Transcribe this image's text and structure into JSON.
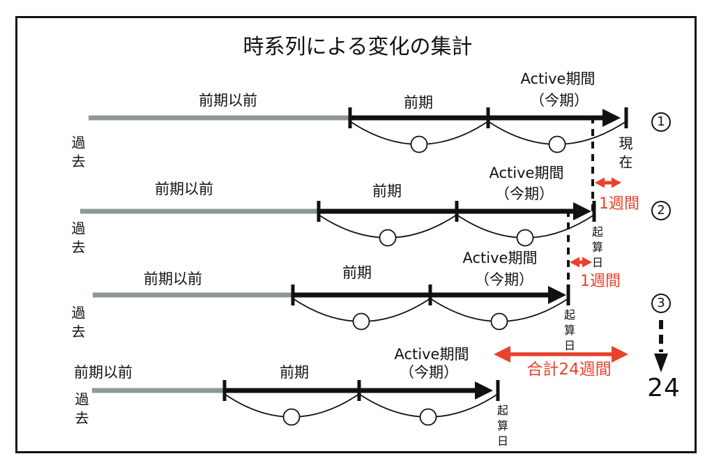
{
  "title": "時系列による変化の集計",
  "colors": {
    "ink": "#111111",
    "past_gray": "#8d9894",
    "accent_red": "#e8422c"
  },
  "rows": [
    {
      "badge": "1",
      "before": "前期以前",
      "previous": "前期",
      "active": "Active期間",
      "active_sub": "（今期）",
      "past": "過去",
      "endpoint": "現在"
    },
    {
      "badge": "2",
      "before": "前期以前",
      "previous": "前期",
      "active": "Active期間",
      "active_sub": "（今期）",
      "past": "過去",
      "endpoint": "起算日",
      "gap": "1週間"
    },
    {
      "badge": "3",
      "before": "前期以前",
      "previous": "前期",
      "active": "Active期間",
      "active_sub": "（今期）",
      "past": "過去",
      "endpoint": "起算日",
      "gap": "1週間"
    },
    {
      "before": "前期以前",
      "previous": "前期",
      "active": "Active期間",
      "active_sub": "（今期）",
      "past": "過去",
      "endpoint": "起算日"
    }
  ],
  "summary": {
    "total_label": "合計24週間",
    "result_value": "24"
  }
}
